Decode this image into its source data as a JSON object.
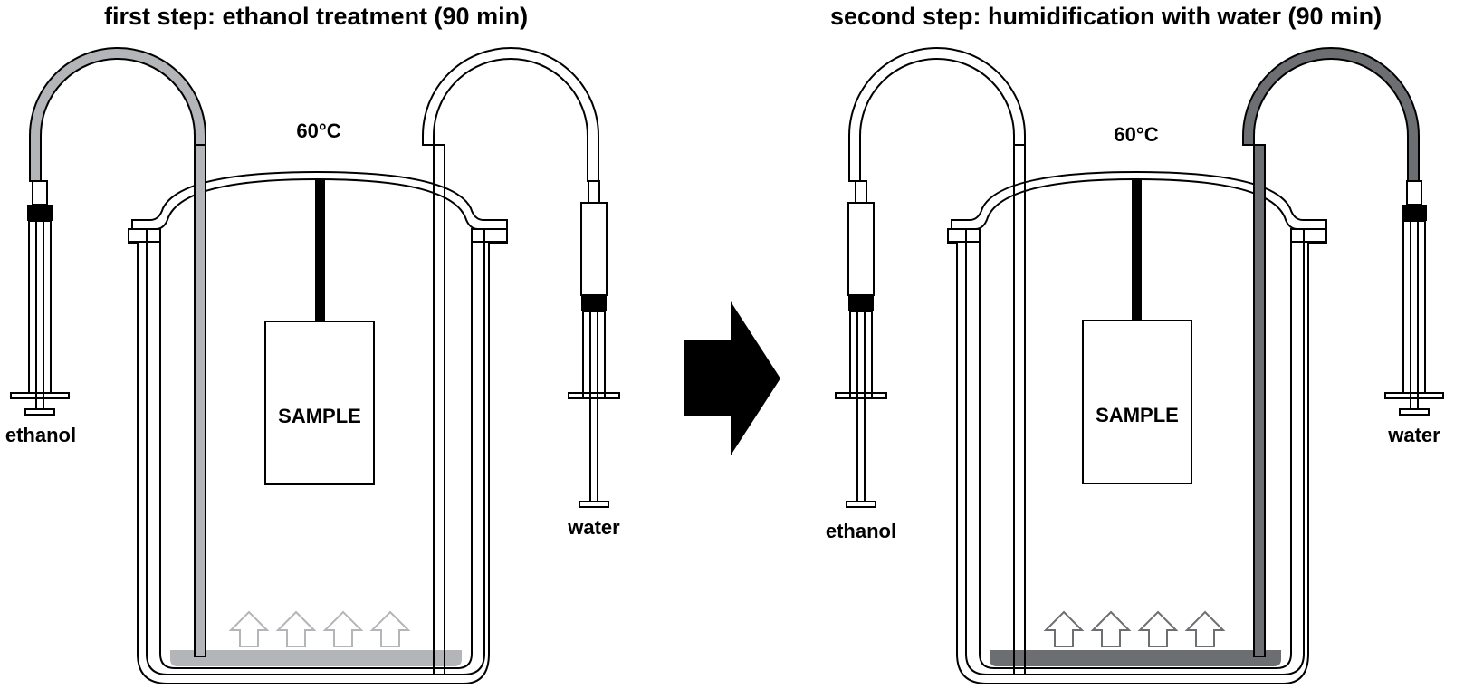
{
  "colors": {
    "ethanol": "#b3b5b8",
    "water": "#6d6e71",
    "outline": "#000000",
    "background": "#ffffff"
  },
  "step1": {
    "title": "first step: ethanol treatment (90 min)",
    "temperature": "60°C",
    "sample": "SAMPLE",
    "left_syringe_label": "ethanol",
    "right_syringe_label": "water",
    "liquid": "ethanol"
  },
  "step2": {
    "title": "second step: humidification with water (90 min)",
    "temperature": "60°C",
    "sample": "SAMPLE",
    "left_syringe_label": "ethanol",
    "right_syringe_label": "water",
    "liquid": "water"
  },
  "icons": {
    "transition": "right-arrow-icon",
    "vapor": "up-arrow-icon"
  }
}
